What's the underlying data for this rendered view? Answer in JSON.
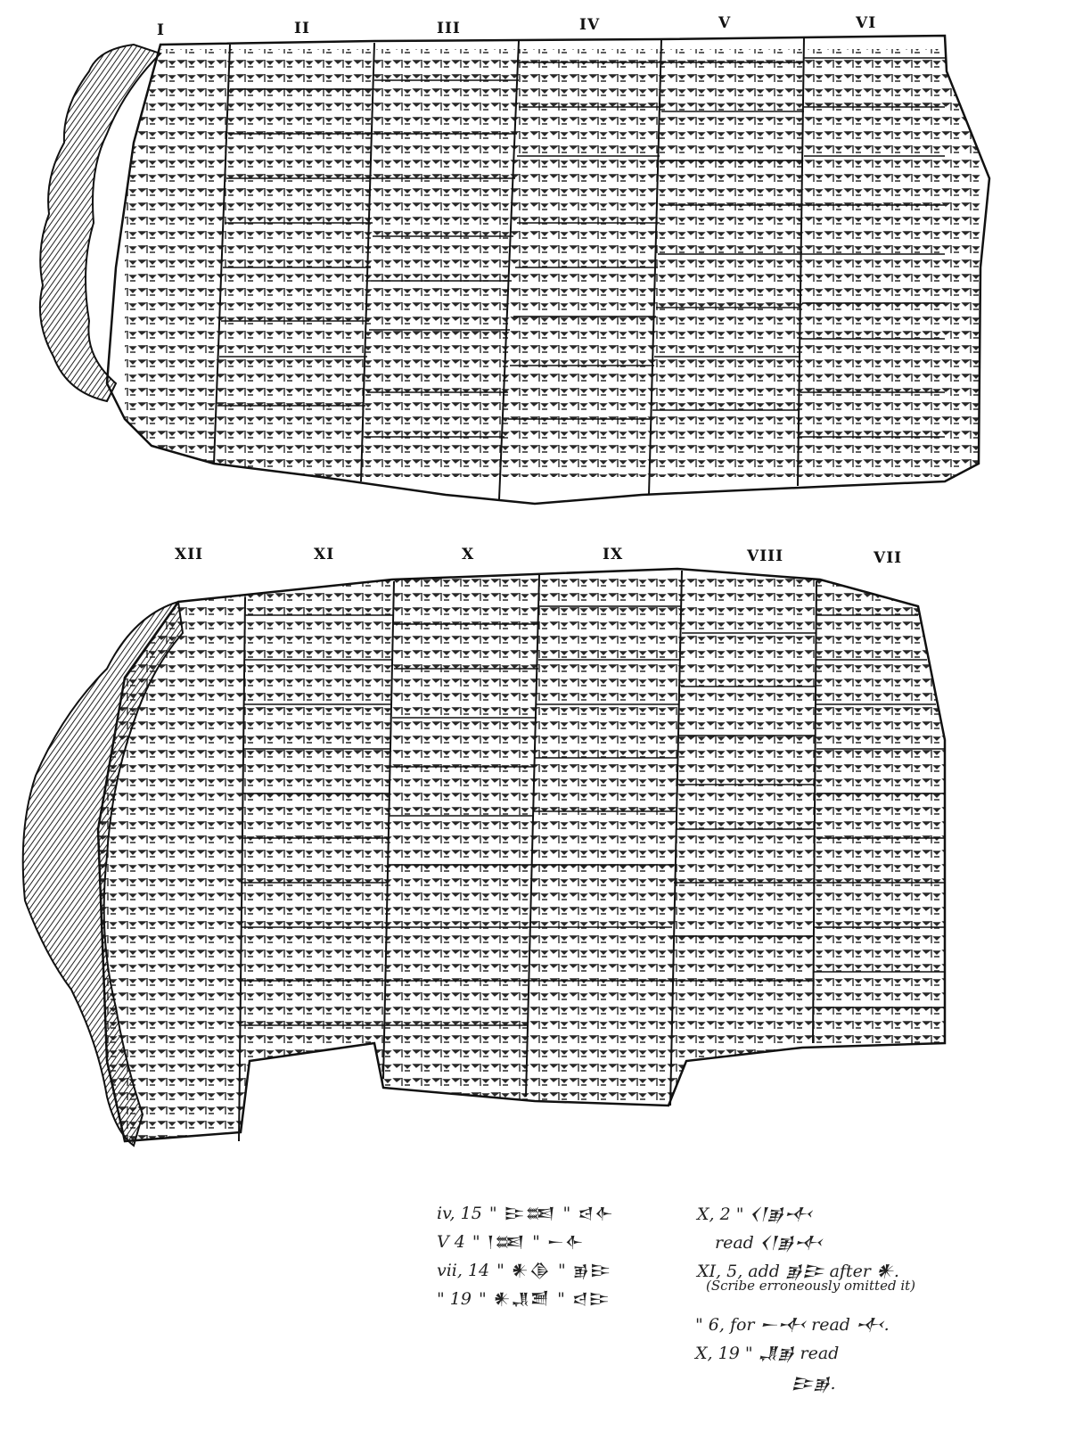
{
  "tablet_obverse": {
    "columns": [
      {
        "numeral": "I"
      },
      {
        "numeral": "II"
      },
      {
        "numeral": "III"
      },
      {
        "numeral": "IV"
      },
      {
        "numeral": "V"
      },
      {
        "numeral": "VI"
      }
    ]
  },
  "tablet_reverse": {
    "columns": [
      {
        "numeral": "XII"
      },
      {
        "numeral": "XI"
      },
      {
        "numeral": "X"
      },
      {
        "numeral": "IX"
      },
      {
        "numeral": "VIII"
      },
      {
        "numeral": "VII"
      }
    ]
  },
  "corrections": {
    "left": [
      {
        "ref": "iv, 15",
        "wrong": "𒄿𒌅",
        "right": "𒁀𒅆"
      },
      {
        "ref": "V 4",
        "wrong": "𒁹𒌅",
        "right": "𒀸𒅆"
      },
      {
        "ref": "vii, 14",
        "wrong": "𒀭𒆠",
        "right": "𒂊𒄿"
      },
      {
        "ref": "\" 19",
        "wrong": "𒀭𒂗𒍪",
        "right": "𒁀𒄿"
      }
    ],
    "right": [
      {
        "ref": "X, 2",
        "text": "\" 𒌋𒁹𒂊𒋾"
      },
      {
        "ref": "",
        "text": "read 𒌋𒁹𒂊𒋾"
      },
      {
        "ref": "XI, 5, add",
        "text": "𒂊𒄿 after 𒀭."
      },
      {
        "ref": "",
        "text": "(Scribe erroneously omitted it)"
      },
      {
        "ref": "\" 6, for",
        "text": "𒀸𒋾 read 𒋾."
      },
      {
        "ref": "X, 19",
        "text": "\" 𒂗𒂊 read"
      },
      {
        "ref": "",
        "text": "𒄿𒂊."
      }
    ]
  }
}
